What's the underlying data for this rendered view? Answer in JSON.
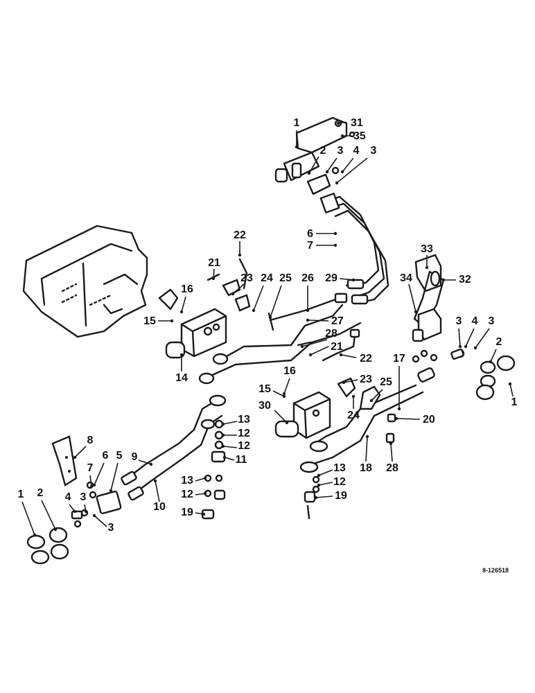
{
  "diagram": {
    "ref_code": "8-126518",
    "callouts": [
      {
        "id": "c1a",
        "label": "1"
      },
      {
        "id": "c31",
        "label": "31"
      },
      {
        "id": "c35",
        "label": "35"
      },
      {
        "id": "c2a",
        "label": "2"
      },
      {
        "id": "c3a",
        "label": "3"
      },
      {
        "id": "c4a",
        "label": "4"
      },
      {
        "id": "c3b",
        "label": "3"
      },
      {
        "id": "c22a",
        "label": "22"
      },
      {
        "id": "c6a",
        "label": "6"
      },
      {
        "id": "c7a",
        "label": "7"
      },
      {
        "id": "c21a",
        "label": "21"
      },
      {
        "id": "c33",
        "label": "33"
      },
      {
        "id": "c23a",
        "label": "23"
      },
      {
        "id": "c24a",
        "label": "24"
      },
      {
        "id": "c25a",
        "label": "25"
      },
      {
        "id": "c26",
        "label": "26"
      },
      {
        "id": "c29",
        "label": "29"
      },
      {
        "id": "c34",
        "label": "34"
      },
      {
        "id": "c32",
        "label": "32"
      },
      {
        "id": "c16a",
        "label": "16"
      },
      {
        "id": "c15a",
        "label": "15"
      },
      {
        "id": "c27",
        "label": "27"
      },
      {
        "id": "c3c",
        "label": "3"
      },
      {
        "id": "c4b",
        "label": "4"
      },
      {
        "id": "c3d",
        "label": "3"
      },
      {
        "id": "c2b",
        "label": "2"
      },
      {
        "id": "c28a",
        "label": "28"
      },
      {
        "id": "c21b",
        "label": "21"
      },
      {
        "id": "c22b",
        "label": "22"
      },
      {
        "id": "c14",
        "label": "14"
      },
      {
        "id": "c17",
        "label": "17"
      },
      {
        "id": "c1b",
        "label": "1"
      },
      {
        "id": "c16b",
        "label": "16"
      },
      {
        "id": "c23b",
        "label": "23"
      },
      {
        "id": "c25b",
        "label": "25"
      },
      {
        "id": "c15b",
        "label": "15"
      },
      {
        "id": "c30",
        "label": "30"
      },
      {
        "id": "c24b",
        "label": "24"
      },
      {
        "id": "c13a",
        "label": "13"
      },
      {
        "id": "c20",
        "label": "20"
      },
      {
        "id": "c12a",
        "label": "12"
      },
      {
        "id": "c8",
        "label": "8"
      },
      {
        "id": "c12b",
        "label": "12"
      },
      {
        "id": "c9",
        "label": "9"
      },
      {
        "id": "c6b",
        "label": "6"
      },
      {
        "id": "c5",
        "label": "5"
      },
      {
        "id": "c11",
        "label": "11"
      },
      {
        "id": "c18",
        "label": "18"
      },
      {
        "id": "c28b",
        "label": "28"
      },
      {
        "id": "c13b",
        "label": "13"
      },
      {
        "id": "c7b",
        "label": "7"
      },
      {
        "id": "c13c",
        "label": "13"
      },
      {
        "id": "c12c",
        "label": "12"
      },
      {
        "id": "c12d",
        "label": "12"
      },
      {
        "id": "c19a",
        "label": "19"
      },
      {
        "id": "c1c",
        "label": "1"
      },
      {
        "id": "c2c",
        "label": "2"
      },
      {
        "id": "c4c",
        "label": "4"
      },
      {
        "id": "c3e",
        "label": "3"
      },
      {
        "id": "c10",
        "label": "10"
      },
      {
        "id": "c3f",
        "label": "3"
      },
      {
        "id": "c19b",
        "label": "19"
      }
    ]
  }
}
